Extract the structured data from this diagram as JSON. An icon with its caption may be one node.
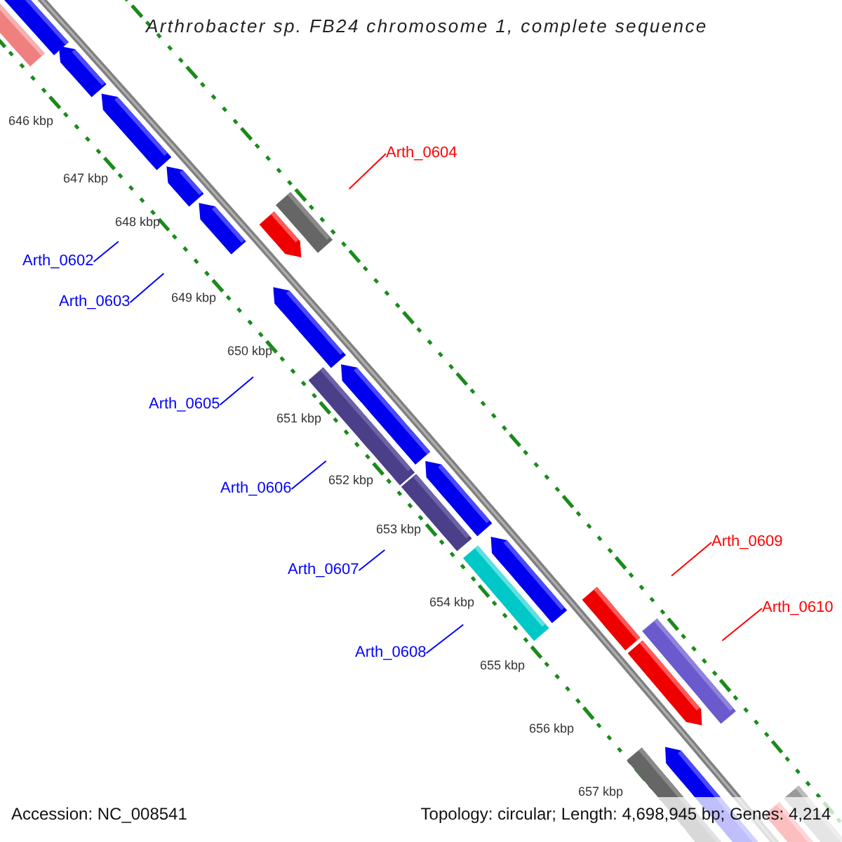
{
  "diagram": {
    "title": "Arthrobacter sp. FB24 chromosome 1, complete sequence",
    "nodes": [
      {
        "text": [
          "Arth_0604"
        ]
      },
      {
        "text": [
          "Arth_0602"
        ]
      },
      {
        "text": [
          "Arth_0603"
        ]
      },
      {
        "text": [
          "Arth_0605"
        ]
      },
      {
        "text": [
          "Arth_0606"
        ]
      },
      {
        "text": [
          "Arth_0607"
        ]
      },
      {
        "text": [
          "Arth_0609"
        ]
      },
      {
        "text": [
          "Arth_0610"
        ]
      },
      {
        "text": [
          "Arth_0608"
        ]
      }
    ],
    "edges": [
      {
        "from": 0,
        "to": null,
        "arrow": "none",
        "color": "#ff0000"
      },
      {
        "from": 1,
        "to": null,
        "arrow": "none"
      },
      {
        "from": 2,
        "to": null,
        "arrow": "none"
      },
      {
        "from": 3,
        "to": null,
        "arrow": "none"
      },
      {
        "from": 4,
        "to": null,
        "arrow": "none"
      },
      {
        "from": 5,
        "to": null,
        "arrow": "none"
      },
      {
        "from": 6,
        "to": null,
        "arrow": "none",
        "color": "#ff0000"
      },
      {
        "from": 7,
        "to": null,
        "arrow": "none",
        "color": "#ff0000"
      },
      {
        "from": 8,
        "to": null,
        "arrow": "none"
      }
    ],
    "labels": [
      "646 kbp",
      "647 kbp",
      "648 kbp",
      "649 kbp",
      "650 kbp",
      "651 kbp",
      "652 kbp",
      "653 kbp",
      "654 kbp",
      "655 kbp",
      "656 kbp",
      "657 kbp",
      "Accession: NC_008541",
      "Topology: circular; Length: 4,698,945 bp; Genes: 4,214"
    ]
  }
}
